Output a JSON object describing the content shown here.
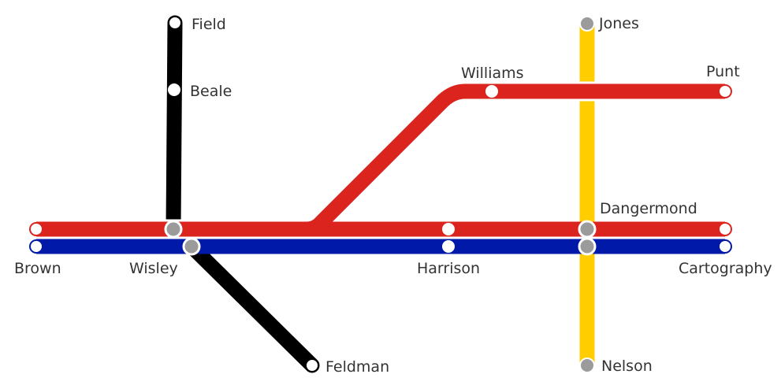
{
  "colors": {
    "red_line": "#dc241f",
    "blue_line": "#0019a8",
    "black_line": "#000000",
    "yellow_line": "#ffcd00",
    "interchange_station": "#9b9b9b",
    "station_fill": "#ffffff",
    "label_text": "#333333"
  },
  "lines": [
    {
      "id": "red",
      "color": "#dc241f"
    },
    {
      "id": "blue",
      "color": "#0019a8"
    },
    {
      "id": "black",
      "color": "#000000"
    },
    {
      "id": "yellow",
      "color": "#ffcd00"
    }
  ],
  "stations": {
    "field": "Field",
    "beale": "Beale",
    "williams": "Williams",
    "punt": "Punt",
    "jones": "Jones",
    "dangermond": "Dangermond",
    "brown": "Brown",
    "wisley": "Wisley",
    "harrison": "Harrison",
    "cartography": "Cartography",
    "feldman": "Feldman",
    "nelson": "Nelson"
  }
}
